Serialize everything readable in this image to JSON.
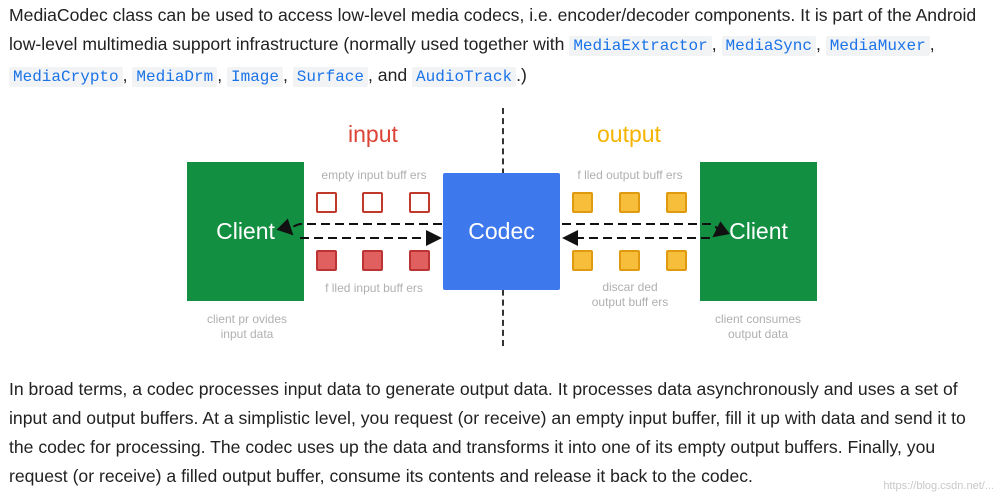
{
  "intro": {
    "before": "MediaCodec class can be used to access low-level media codecs, i.e. encoder/decoder components. It is part of the Android low-level multimedia support infrastructure (normally used together with ",
    "links": [
      "MediaExtractor",
      "MediaSync",
      "MediaMuxer",
      "MediaCrypto",
      "MediaDrm",
      "Image",
      "Surface",
      "AudioTrack"
    ],
    "sep": ", ",
    "and_word": ", and ",
    "after": ".)"
  },
  "diagram": {
    "input_title": "input",
    "output_title": "output",
    "client_left": "Client",
    "codec": "Codec",
    "client_right": "Client",
    "empty_input_buffers": "empty input buff ers",
    "filled_input_buffers": "f lled input buff ers",
    "filled_output_buffers": "f lled output buff ers",
    "discarded_line1": "discar ded",
    "discarded_line2": "output buff ers",
    "client_provides_line1": "client pr ovides",
    "client_provides_line2": "input data",
    "client_consumes_line1": "client consumes",
    "client_consumes_line2": "output data",
    "colors": {
      "input": "#db4437",
      "output": "#f4b400",
      "client": "#138f42",
      "codec": "#3d78ec"
    }
  },
  "body_text": "In broad terms, a codec processes input data to generate output data. It processes data asynchronously and uses a set of input and output buffers. At a simplistic level, you request (or receive) an empty input buffer, fill it up with data and send it to the codec for processing. The codec uses up the data and transforms it into one of its empty output buffers. Finally, you request (or receive) a filled output buffer, consume its contents and release it back to the codec.",
  "watermark": "https://blog.csdn.net/..."
}
